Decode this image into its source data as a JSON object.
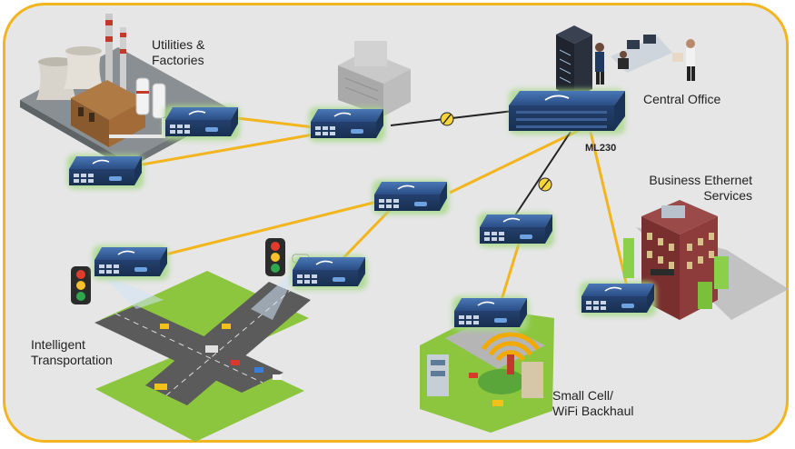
{
  "labels": {
    "utilities": "Utilities &\nFactories",
    "central_office": "Central Office",
    "ml230": "ML230",
    "business": "Business Ethernet\nServices",
    "transport": "Intelligent\nTransportation",
    "smallcell": "Small Cell/\nWiFi Backhaul"
  },
  "colors": {
    "frame": "#f3b51d",
    "background": "#e6e6e6",
    "link_fiber": "#f3b51d",
    "link_trunk": "#222222",
    "device_body": "#2d4f86",
    "device_glow": "#a8d98a"
  },
  "icons": {
    "device": "network-switch-icon",
    "chassis": "aggregation-chassis-icon",
    "factory": "factory-icon",
    "server": "server-rack-icon",
    "office": "office-building-icon",
    "traffic": "traffic-light-icon",
    "camera": "camera-icon",
    "wifi": "wifi-signal-icon"
  }
}
